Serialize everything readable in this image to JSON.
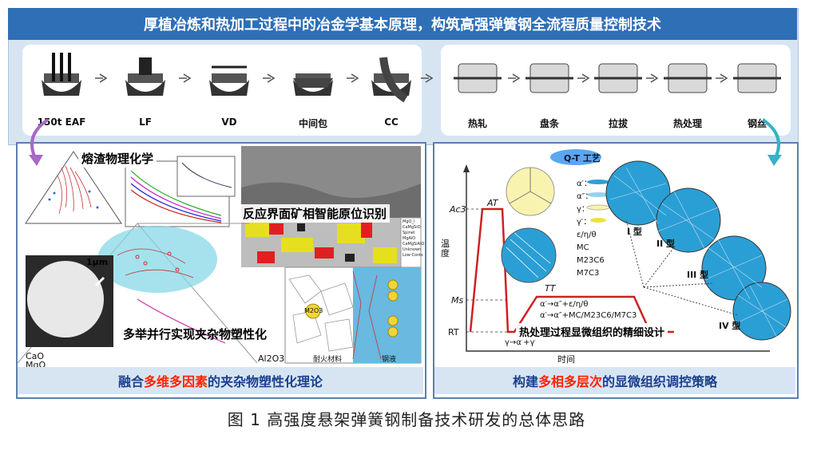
{
  "banner": "厚植冶炼和热加工过程中的冶金学基本原理，构筑高强弹簧钢全流程质量控制技术",
  "process_steps": [
    {
      "label": "150t EAF",
      "icon": "eaf-furnace-icon"
    },
    {
      "label": "LF",
      "icon": "ladle-furnace-icon"
    },
    {
      "label": "VD",
      "icon": "vacuum-degassing-icon"
    },
    {
      "label": "中间包",
      "icon": "tundish-icon"
    },
    {
      "label": "CC",
      "icon": "continuous-casting-icon"
    }
  ],
  "finish_steps": [
    {
      "label": "热轧",
      "icon": "hot-rolling-icon"
    },
    {
      "label": "盘条",
      "icon": "wire-rod-coil-icon"
    },
    {
      "label": "拉拔",
      "icon": "drawing-icon"
    },
    {
      "label": "热处理",
      "icon": "heat-treatment-icon"
    },
    {
      "label": "钢丝",
      "icon": "steel-wire-icon"
    }
  ],
  "left_panel": {
    "slag_title": "熔渣物理化学",
    "reaction_title": "反应界面矿相智能原位识别",
    "plasticity_note": "多举并行实现夹杂物塑性化",
    "scale_bar": "1μm",
    "corner_cao": "CaO",
    "corner_mgo": "MgO",
    "corner_al2o3": "Al2O3",
    "refractory": "耐火材料",
    "molten_steel": "钢液",
    "phase_center": "M2O3",
    "legend_items": [
      "MgO_l",
      "CaMgSiO",
      "Spinel",
      "MgAlO",
      "CaMgSiAlO",
      "Unknown",
      "Low Conts"
    ],
    "title_prefix": "融合",
    "title_highlight": "多维多因素",
    "title_suffix": "的夹杂物塑性化理论"
  },
  "right_panel": {
    "qt_label": "Q-T 工艺",
    "ylabel": "温度",
    "xlabel": "时间",
    "y_ticks": [
      "Ac3",
      "Ms",
      "RT"
    ],
    "at_label": "AT",
    "tt_label": "TT",
    "gamma_trans": "γ→α′+γ′",
    "trans1": "α′→α″+ε/η/θ",
    "trans2": "α′→α″+MC/M23C6/M7C3",
    "design_note": "热处理过程显微组织的精细设计",
    "legend": [
      "α′：",
      "α″：",
      "γ：",
      "γ′：",
      "ε/η/θ",
      "MC",
      "M23C6",
      "M7C3"
    ],
    "types": [
      "I 型",
      "II 型",
      "III 型",
      "IV 型"
    ],
    "title_prefix": "构建",
    "title_highlight": "多相多层次",
    "title_suffix": "的显微组织调控策略"
  },
  "caption": "图 1   高强度悬架弹簧钢制备技术研发的总体思路",
  "colors": {
    "banner": "#2f6fb6",
    "highlight": "#ff2200",
    "title_blue": "#1a3f8f",
    "panel_bg": "#d7e5f3",
    "curve": "#cc2222",
    "grain": "#2a9fd6"
  }
}
